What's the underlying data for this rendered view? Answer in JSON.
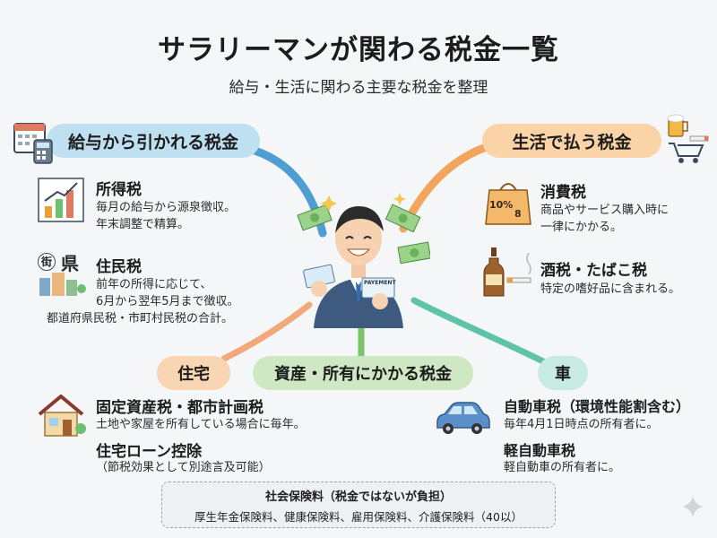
{
  "title": "サラリーマンが関わる税金一覧",
  "subtitle": "給与・生活に関わる主要な税金を整理",
  "categories": {
    "salary": "給与から引かれる税金",
    "life": "生活で払う税金",
    "house": "住宅",
    "asset": "資産・所有にかかる税金",
    "car": "車"
  },
  "items": {
    "income_tax": {
      "name": "所得税",
      "desc": [
        "毎月の給与から源泉徴収。",
        "年末調整で精算。"
      ]
    },
    "resident_tax": {
      "name": "住民税",
      "desc": [
        "前年の所得に応じて、",
        "6月から翌年5月まで徴収。",
        "都道府県民税・市町村民税の合計。"
      ]
    },
    "consumption_tax": {
      "name": "消費税",
      "desc": [
        "商品やサービス購入時に",
        "一律にかかる。"
      ]
    },
    "liquor_tobacco_tax": {
      "name": "酒税・たばこ税",
      "desc": [
        "特定の嗜好品に含まれる。"
      ]
    },
    "property_tax": {
      "name": "固定資産税・都市計画税",
      "desc": [
        "土地や家屋を所有している場合に毎年。"
      ]
    },
    "mortgage_deduction": {
      "name": "住宅ローン控除",
      "desc": [
        "（節税効果として別途言及可能）"
      ]
    },
    "vehicle_tax": {
      "name": "自動車税（環境性能割含む）",
      "desc": [
        "毎年4月1日時点の所有者に。"
      ]
    },
    "light_vehicle_tax": {
      "name": "軽自動車税",
      "desc": [
        "軽自動車の所有者に。"
      ]
    }
  },
  "icon_labels": {
    "tax_rate": "10%",
    "tax_rate_small": "8",
    "prefecture": "県",
    "town": "街",
    "card": "PAYEMENT"
  },
  "footer": {
    "title": "社会保険料（税金ではないが負担）",
    "desc": "厚生年金保険料、健康保険料、雇用保険料、介護保険料（40以）"
  },
  "colors": {
    "salary": "#bfe0f1",
    "life": "#fad3a6",
    "house": "#f9d6b3",
    "asset": "#cfe8c4",
    "car": "#c7ebe3"
  }
}
